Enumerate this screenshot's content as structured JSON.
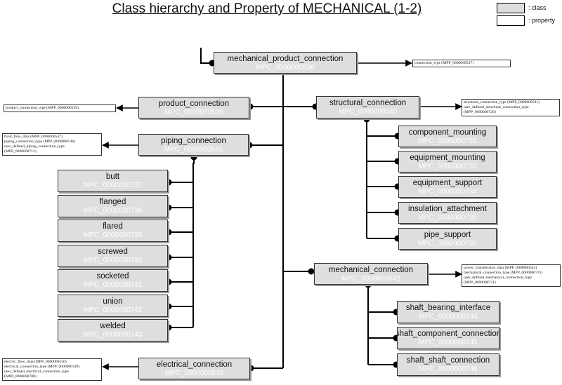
{
  "title": "Class hierarchy and Property of MECHANICAL (1-2)",
  "legend": {
    "class_label": ": class",
    "property_label": ": property"
  },
  "classes": {
    "root": {
      "name": "mechanical_product_connection",
      "code": "MPC_0000000536"
    },
    "product_connection": {
      "name": "product_connection",
      "code": "MPC_0000000538"
    },
    "structural_connection": {
      "name": "structural_connection",
      "code": "MPC_0000000540"
    },
    "piping_connection": {
      "name": "piping_connection",
      "code": "MPC_0000000545"
    },
    "component_mounting": {
      "name": "component_mounting",
      "code": "MPC_0000000722"
    },
    "equipment_mounting": {
      "name": "equipment_mounting",
      "code": "MPC_0000000733"
    },
    "equipment_support": {
      "name": "equipment_support",
      "code": "MPC_0000000734"
    },
    "insulation_attachment": {
      "name": "insulation_attachment",
      "code": "MPC_0000000735"
    },
    "pipe_support": {
      "name": "pipe_support",
      "code": "MPC_0000000736"
    },
    "butt": {
      "name": "butt",
      "code": "MPC_0000000737"
    },
    "flanged": {
      "name": "flanged",
      "code": "MPC_0000000738"
    },
    "flared": {
      "name": "flared",
      "code": "MPC_0000000739"
    },
    "screwed": {
      "name": "screwed",
      "code": "MPC_0000000740"
    },
    "socketed": {
      "name": "socketed",
      "code": "MPC_0000000741"
    },
    "union": {
      "name": "union",
      "code": "MPC_0000000742"
    },
    "welded": {
      "name": "welded",
      "code": "MPC_0000000743"
    },
    "mechanical_connection": {
      "name": "mechanical_connection",
      "code": "MPC_0000000542"
    },
    "shaft_bearing_interface": {
      "name": "shaft_bearing_interface",
      "code": "MPC_0000000744"
    },
    "shaft_component_connection": {
      "name": "shaft_component_connection",
      "code": "MPC_0000000745"
    },
    "shaft_shaft_connection": {
      "name": "shaft_shaft_connection",
      "code": "MPC_0000000746"
    },
    "electrical_connection": {
      "name": "electrical_connection",
      "code": "MPC_0000000548"
    }
  },
  "properties": {
    "root": [
      "connection_type (MPP_0000000537)"
    ],
    "product_connection": [
      "product_connection_type (MPP_0000000539)"
    ],
    "structural_connection": [
      "structural_connection_type (MPP_0000000541)",
      "user_defined_structural_connection_type",
      "(MPP_0000000720)"
    ],
    "piping_connection": [
      "fluid_flow_data (MPP_0000000547)",
      "piping_connection_type (MPP_0000000546)",
      "user_defined_piping_connection_type",
      "(MPP_0000000712)"
    ],
    "mechanical_connection": [
      "power_transmission_data (MPP_0000000544)",
      "mechanical_connection_type (MPP_0000000731)",
      "user_defined_mechanical_connection_type",
      "(MPP_0000000731)"
    ],
    "electrical_connection": [
      "electric_flow_data (MPP_0000000550)",
      "electrical_connection_type (MPP_0000000549)",
      "user_defined_electrical_connection_type",
      "(MPP_0000000708)"
    ]
  },
  "colors": {
    "class_fill": "#dedede",
    "line": "#000000",
    "code_text": "#ffffff"
  }
}
